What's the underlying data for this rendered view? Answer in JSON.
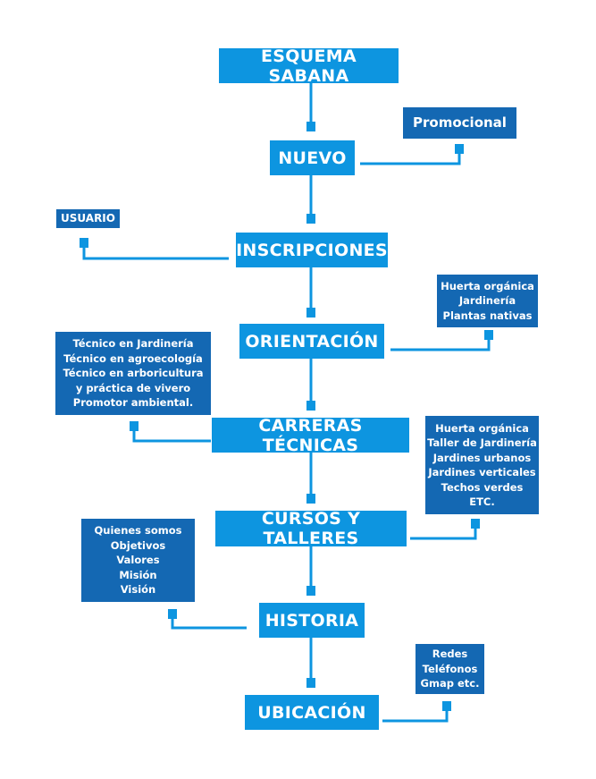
{
  "colors": {
    "main": "#0d95e0",
    "side": "#1468b3",
    "connector": "#0d95e0"
  },
  "main_nodes": [
    {
      "id": "esquema",
      "label": "ESQUEMA SABANA"
    },
    {
      "id": "nuevo",
      "label": "NUEVO"
    },
    {
      "id": "inscripciones",
      "label": "INSCRIPCIONES"
    },
    {
      "id": "orientacion",
      "label": "ORIENTACIÓN"
    },
    {
      "id": "carreras",
      "label": "CARRERAS TÉCNICAS"
    },
    {
      "id": "cursos",
      "label": "CURSOS Y TALLERES"
    },
    {
      "id": "historia",
      "label": "HISTORIA"
    },
    {
      "id": "ubicacion",
      "label": "UBICACIÓN"
    }
  ],
  "side_nodes": {
    "promocional": [
      "Promocional"
    ],
    "usuario": [
      "USUARIO"
    ],
    "orientacion": [
      "Huerta orgánica",
      "Jardinería",
      "Plantas nativas"
    ],
    "carreras": [
      "Técnico en Jardinería",
      "Técnico en agroecología",
      "Técnico en arboricultura",
      "y práctica de vivero",
      "Promotor ambiental."
    ],
    "cursos": [
      "Huerta orgánica",
      "Taller de Jardinería",
      "Jardines urbanos",
      "Jardines verticales",
      "Techos verdes",
      "ETC."
    ],
    "historia": [
      "Quienes somos",
      "Objetivos",
      "Valores",
      "Misión",
      "Visión"
    ],
    "ubicacion": [
      "Redes",
      "Teléfonos",
      "Gmap etc."
    ]
  }
}
